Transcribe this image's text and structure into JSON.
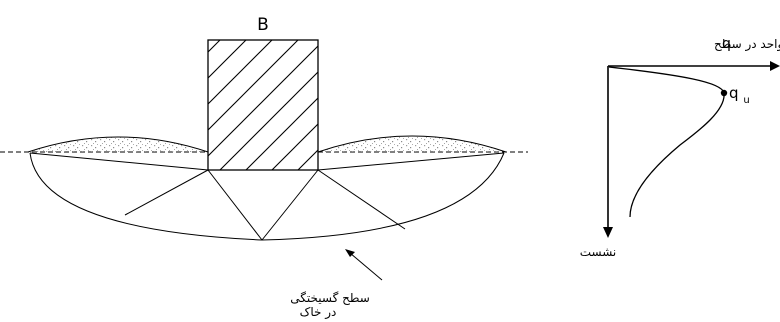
{
  "footing_diagram": {
    "width_label": "B",
    "failure_surface_label_line1": "سطح گسیختگی",
    "failure_surface_label_line2": "در خاک"
  },
  "load_settlement_curve": {
    "load_axis_label": "بار واحد در سطح",
    "load_symbol": "q",
    "ultimate_load_label": "q",
    "ultimate_load_subscript": "u",
    "settlement_axis_label": "نشست"
  },
  "colors": {
    "line": "#000000",
    "background": "#ffffff",
    "soil_speckle": "#9a9a9a"
  }
}
